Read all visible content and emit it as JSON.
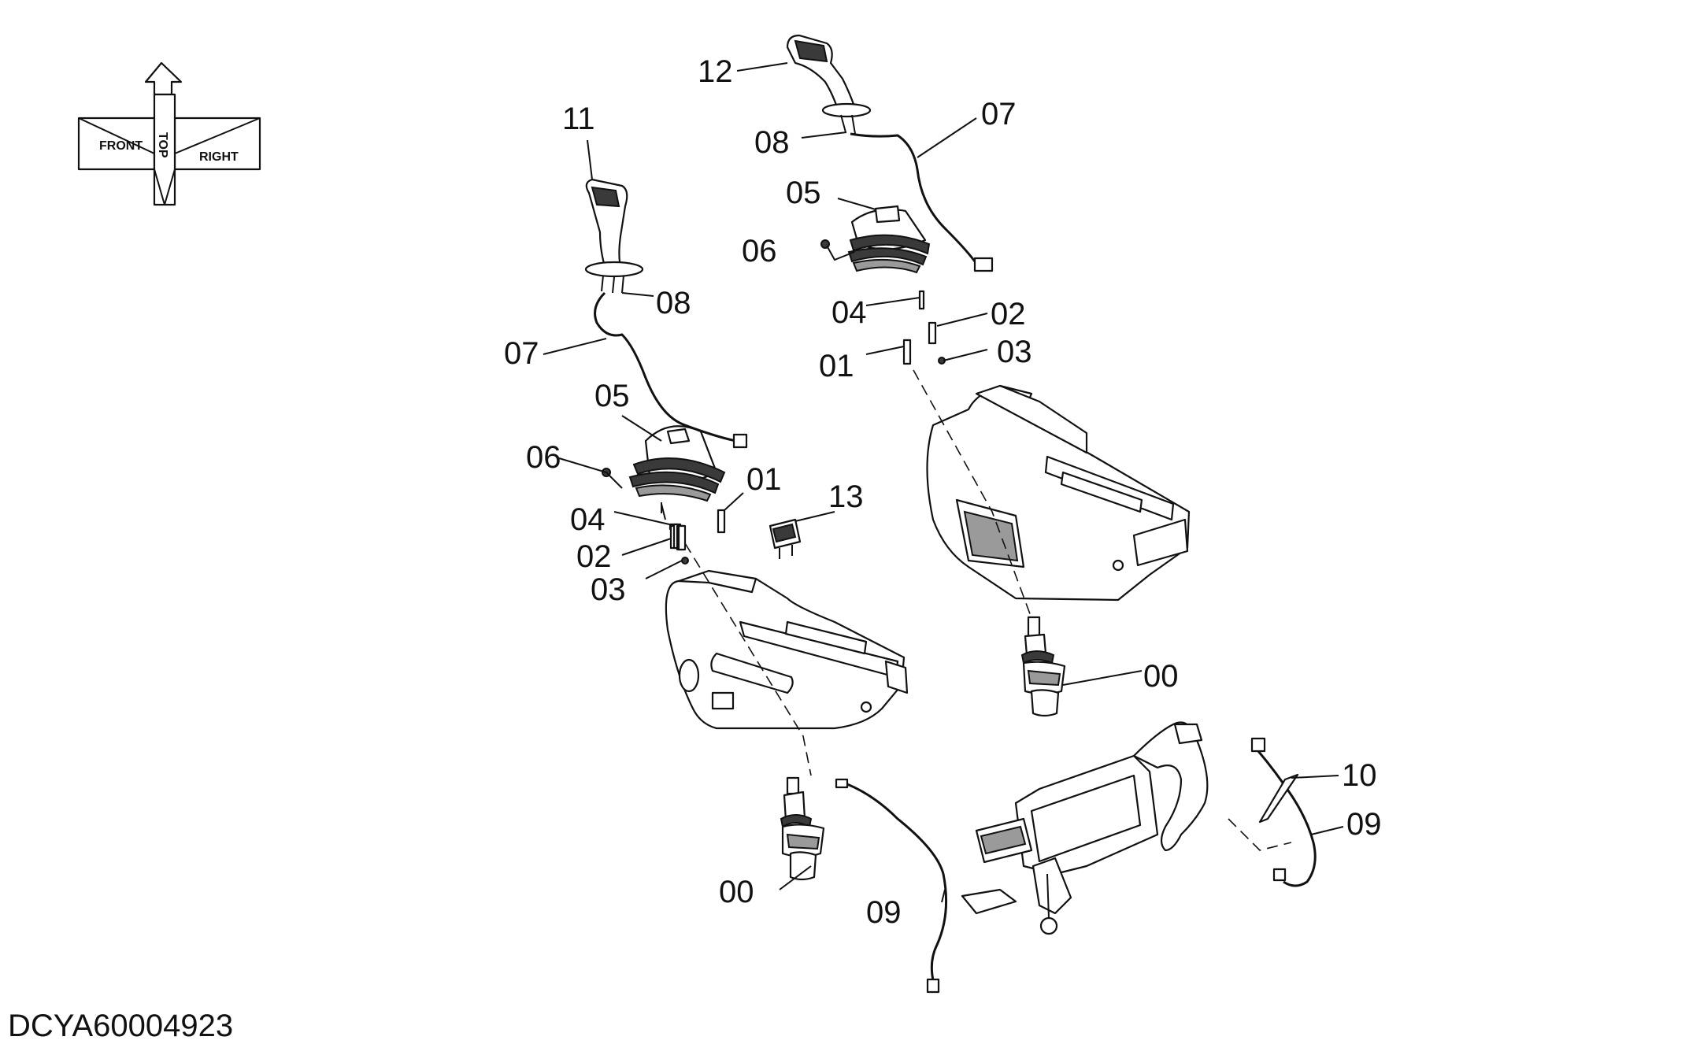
{
  "orientation": {
    "front": "FRONT",
    "top": "TOP",
    "right": "RIGHT"
  },
  "callouts": {
    "left_grip": "11",
    "left_harness_clip": "08",
    "left_harness": "07",
    "left_boot": "05",
    "left_screw": "06",
    "left_pin": "04",
    "left_washer_bolt": "02",
    "left_nut": "03",
    "left_bolt": "01",
    "switch": "13",
    "left_pilot_valve": "00",
    "left_wire": "09",
    "right_grip": "12",
    "right_harness_clip": "08",
    "right_harness": "07",
    "right_boot": "05",
    "right_screw": "06",
    "right_pin": "04",
    "right_washer_bolt": "02",
    "right_bolt": "01",
    "right_nut": "03",
    "right_pilot_valve": "00",
    "tie": "10",
    "right_wire": "09"
  },
  "drawing_code": "DCYA60004923"
}
